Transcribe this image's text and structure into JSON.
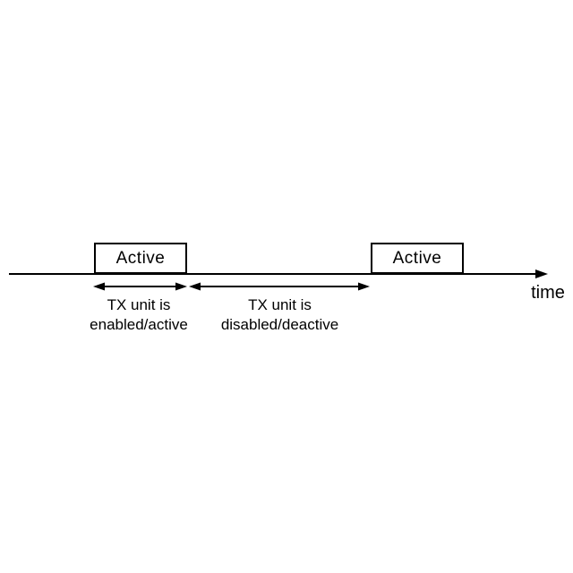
{
  "diagram": {
    "type": "timing-diagram",
    "background_color": "#ffffff",
    "stroke_color": "#000000",
    "axis": {
      "label": "time",
      "direction": "right"
    },
    "boxes": [
      {
        "label": "Active"
      },
      {
        "label": "Active"
      }
    ],
    "annotations": [
      {
        "line1": "TX unit is",
        "line2": "enabled/active"
      },
      {
        "line1": "TX unit is",
        "line2": "disabled/deactive"
      }
    ]
  }
}
